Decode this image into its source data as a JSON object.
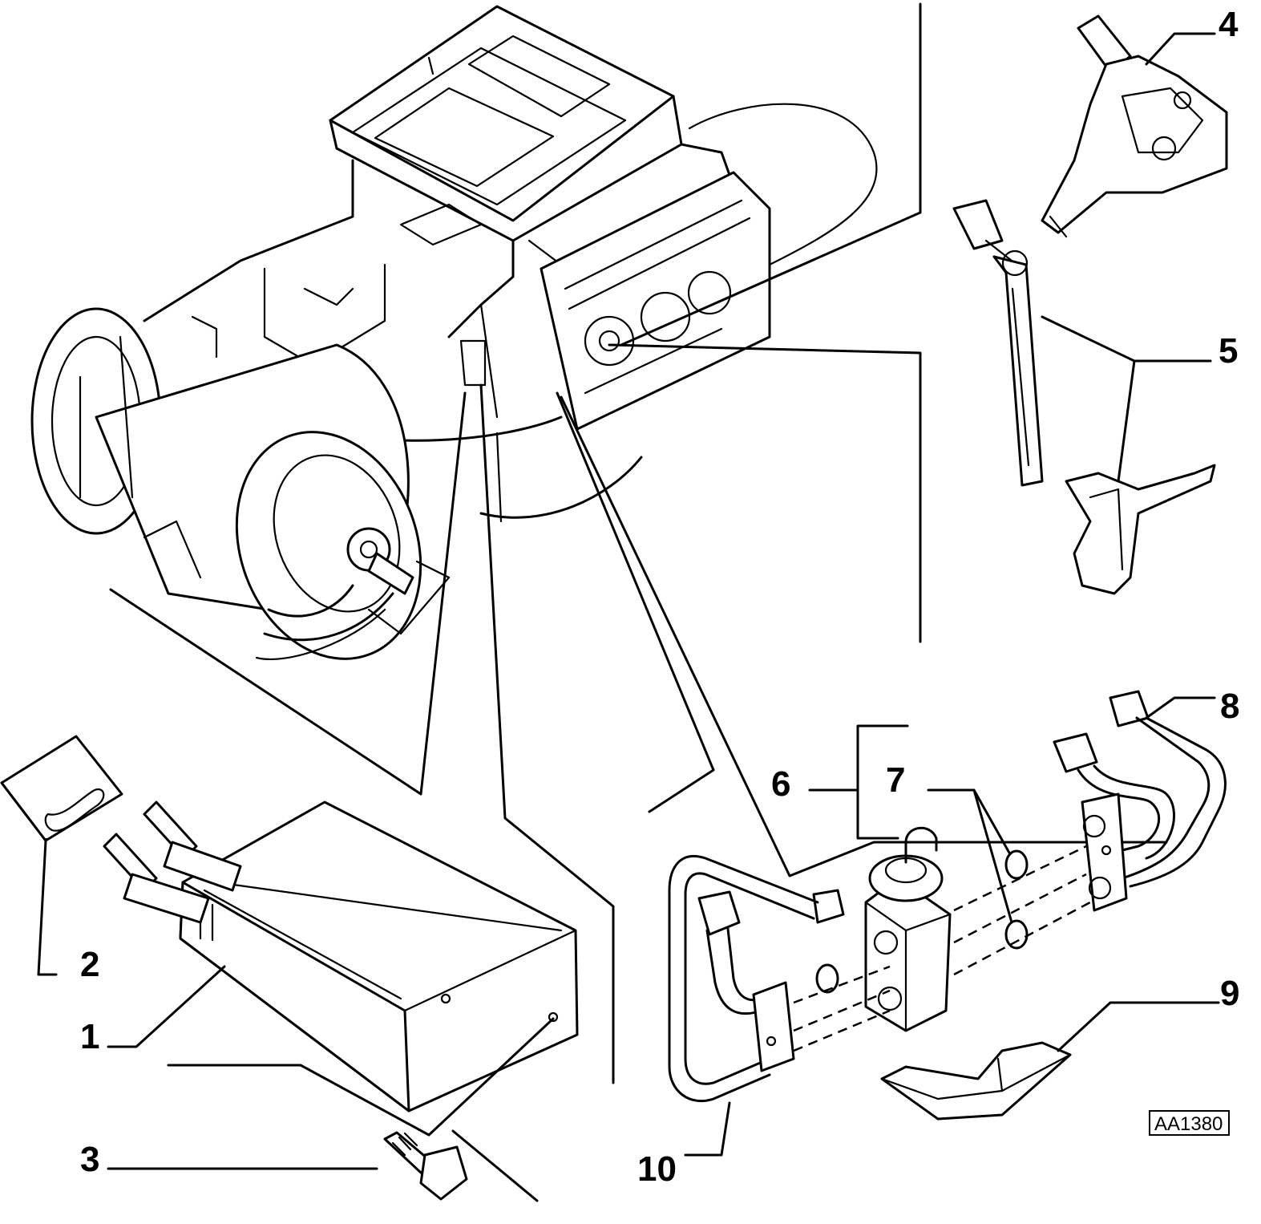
{
  "diagram": {
    "code_label": "AA1380",
    "callouts": [
      {
        "id": "1",
        "label": "1"
      },
      {
        "id": "2",
        "label": "2"
      },
      {
        "id": "3",
        "label": "3"
      },
      {
        "id": "4",
        "label": "4"
      },
      {
        "id": "5",
        "label": "5"
      },
      {
        "id": "6",
        "label": "6"
      },
      {
        "id": "7",
        "label": "7"
      },
      {
        "id": "8",
        "label": "8"
      },
      {
        "id": "9",
        "label": "9"
      },
      {
        "id": "10",
        "label": "10"
      }
    ]
  }
}
